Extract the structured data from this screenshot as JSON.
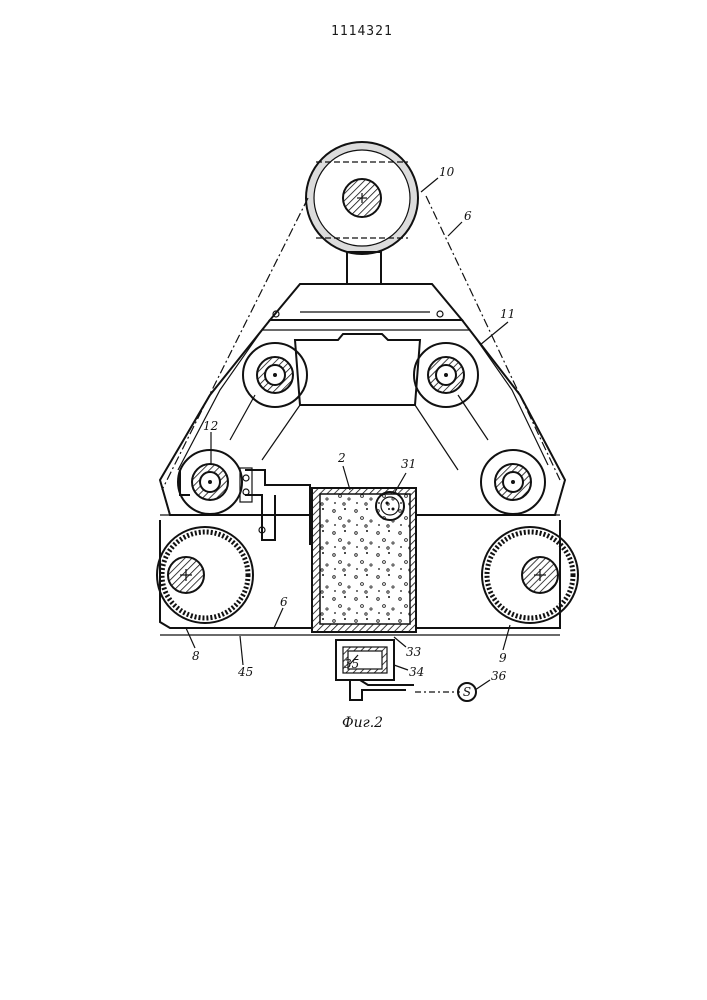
{
  "patent_number": "1114321",
  "figure_caption": "Фиг.2",
  "labels": {
    "belt_top": "6",
    "drum_top": "10",
    "frame": "11",
    "roller_left": "12",
    "hopper": "2",
    "pipe": "31",
    "belt_bottom": "6",
    "roll_left": "8",
    "line_45": "45",
    "roll_right": "9",
    "part_33": "33",
    "part_34": "34",
    "part_35": "35",
    "part_36": "36",
    "sensor": "S"
  }
}
